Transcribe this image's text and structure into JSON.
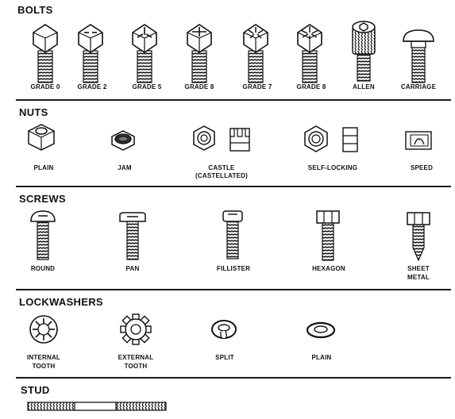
{
  "sections": {
    "bolts": {
      "title": "BOLTS",
      "items": [
        "GRADE 0",
        "GRADE 2",
        "GRADE 5",
        "GRADE 8",
        "GRADE 7",
        "GRADE 8",
        "ALLEN",
        "CARRIAGE"
      ]
    },
    "nuts": {
      "title": "NUTS",
      "items": [
        "PLAIN",
        "JAM",
        "CASTLE",
        "(CASTELLATED)",
        "SELF-LOCKING",
        "SPEED"
      ]
    },
    "screws": {
      "title": "SCREWS",
      "items": [
        "ROUND",
        "PAN",
        "FILLISTER",
        "HEXAGON",
        "SHEET",
        "METAL"
      ]
    },
    "lockwashers": {
      "title": "LOCKWASHERS",
      "items": [
        "INTERNAL",
        "TOOTH",
        "EXTERNAL",
        "TOOTH",
        "SPLIT",
        "PLAIN"
      ]
    },
    "stud": {
      "title": "STUD"
    }
  },
  "icons": [
    "hex-bolt-icon",
    "allen-bolt-icon",
    "carriage-bolt-icon",
    "hex-nut-icon",
    "jam-nut-icon",
    "castle-nut-icon",
    "self-locking-nut-icon",
    "speed-nut-icon",
    "round-screw-icon",
    "pan-screw-icon",
    "fillister-screw-icon",
    "hexagon-screw-icon",
    "sheet-metal-screw-icon",
    "internal-tooth-washer-icon",
    "external-tooth-washer-icon",
    "split-washer-icon",
    "plain-washer-icon",
    "stud-icon"
  ],
  "colors": {
    "ink": "#111111",
    "paper": "#ffffff"
  }
}
